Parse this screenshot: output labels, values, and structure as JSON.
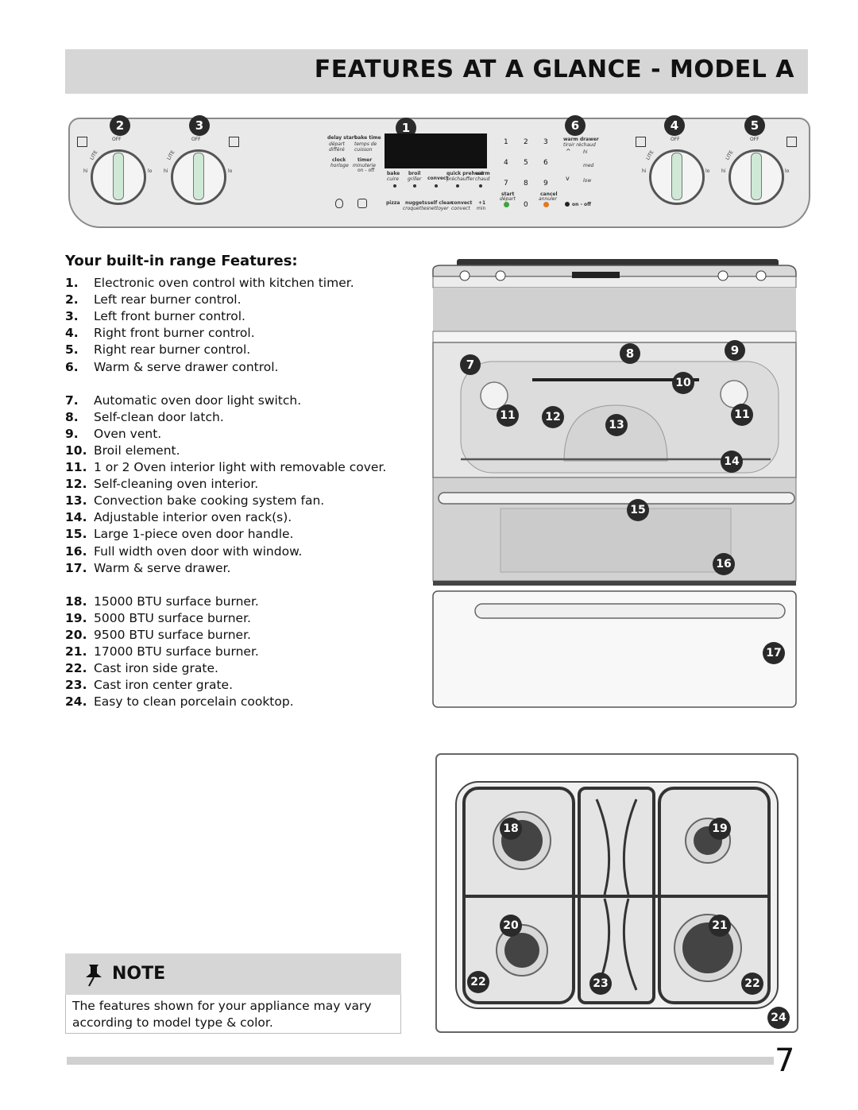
{
  "header": {
    "title": "FEATURES AT A GLANCE - MODEL A"
  },
  "control_panel": {
    "callouts": [
      "1",
      "2",
      "3",
      "4",
      "5",
      "6"
    ],
    "knob_off": "OFF",
    "knob_lite": "LITE",
    "knob_hi": "hi",
    "knob_lo": "lo",
    "timer_labels": {
      "delay_start": "delay start",
      "delay_start_fr": "départ différé",
      "bake_time": "bake time",
      "bake_time_fr": "temps de cuisson",
      "clock": "clock",
      "clock_fr": "horloge",
      "timer": "timer",
      "timer_fr": "minuterie",
      "timer_sub": "on - off"
    },
    "mode_labels": {
      "bake": "bake",
      "bake_fr": "cuire",
      "broil": "broil",
      "broil_fr": "griller",
      "convect": "convect",
      "quick_preheat": "quick preheat",
      "quick_preheat_fr": "préchauffer",
      "warm": "warm",
      "warm_fr": "chaud",
      "pizza": "pizza",
      "nuggets": "nuggets",
      "nuggets_fr": "croquettes",
      "self_clean": "self clean",
      "self_clean_fr": "nettoyer",
      "convect2": "convect",
      "convect2_fr": "convect",
      "plus_one": "+1",
      "plus_one_sub": "min"
    },
    "keypad": [
      "1",
      "2",
      "3",
      "4",
      "5",
      "6",
      "7",
      "8",
      "9",
      "0"
    ],
    "start": "start",
    "start_fr": "départ",
    "cancel": "cancel",
    "cancel_fr": "annuler",
    "warm_drawer": "warm drawer",
    "warm_drawer_fr": "tiroir réchaud",
    "warm_levels": [
      "hi",
      "med",
      "low"
    ],
    "on_off": "on - off"
  },
  "features": {
    "heading": "Your built-in range Features:",
    "items": [
      {
        "num": "1.",
        "text": "Electronic oven control with kitchen timer."
      },
      {
        "num": "2.",
        "text": "Left rear burner control."
      },
      {
        "num": "3.",
        "text": "Left front burner control."
      },
      {
        "num": "4.",
        "text": "Right front burner control."
      },
      {
        "num": "5.",
        "text": "Right rear burner control."
      },
      {
        "num": "6.",
        "text": "Warm & serve drawer control."
      },
      {
        "num": "7.",
        "text": "Automatic oven door light switch."
      },
      {
        "num": "8.",
        "text": "Self-clean door latch."
      },
      {
        "num": "9.",
        "text": "Oven vent."
      },
      {
        "num": "10.",
        "text": "Broil element."
      },
      {
        "num": "11.",
        "text": "1 or 2 Oven interior light with removable cover."
      },
      {
        "num": "12.",
        "text": "Self-cleaning oven interior."
      },
      {
        "num": "13.",
        "text": "Convection bake cooking system fan."
      },
      {
        "num": "14.",
        "text": "Adjustable interior oven rack(s)."
      },
      {
        "num": "15.",
        "text": "Large 1-piece oven door handle."
      },
      {
        "num": "16.",
        "text": "Full width oven door with window."
      },
      {
        "num": "17.",
        "text": "Warm & serve drawer."
      },
      {
        "num": "18.",
        "text": "15000 BTU surface burner."
      },
      {
        "num": "19.",
        "text": "5000 BTU surface burner."
      },
      {
        "num": "20.",
        "text": "9500 BTU surface burner."
      },
      {
        "num": "21.",
        "text": "17000 BTU surface burner."
      },
      {
        "num": "22.",
        "text": "Cast iron side grate."
      },
      {
        "num": "23.",
        "text": "Cast iron center grate."
      },
      {
        "num": "24.",
        "text": "Easy to clean porcelain cooktop."
      }
    ]
  },
  "oven_callouts": [
    "7",
    "8",
    "9",
    "10",
    "11",
    "12",
    "13",
    "11",
    "14",
    "15",
    "16",
    "17"
  ],
  "cooktop_callouts": [
    "18",
    "19",
    "20",
    "21",
    "22",
    "23",
    "22",
    "24"
  ],
  "note": {
    "title": "NOTE",
    "text": "The features shown for your appliance may vary according to model type & color."
  },
  "footer": {
    "page_number": "7"
  }
}
